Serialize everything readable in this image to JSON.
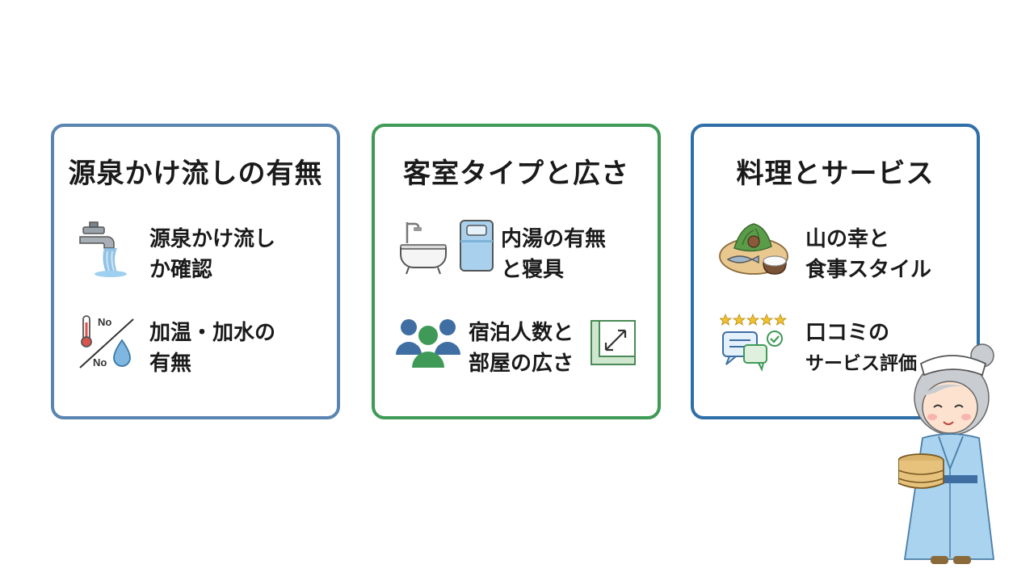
{
  "cards": [
    {
      "title": "源泉かけ流しの有無",
      "items": [
        {
          "line1": "源泉かけ流し",
          "line2": "か確認",
          "icon": "faucet-icon"
        },
        {
          "line1": "加温・加水の",
          "line2": "有無",
          "icon": "no-heat-no-water-icon",
          "badge_top": "No",
          "badge_bottom": "No"
        }
      ]
    },
    {
      "title": "客室タイプと広さ",
      "items": [
        {
          "line1": "内湯の有無",
          "line2": "と寝具",
          "icon": "bathtub-bed-icon"
        },
        {
          "line1": "宿泊人数と",
          "line2": "部屋の広さ",
          "icon": "people-room-size-icon"
        }
      ]
    },
    {
      "title": "料理とサービス",
      "items": [
        {
          "line1": "山の幸と",
          "line2": "食事スタイル",
          "icon": "mountain-food-icon"
        },
        {
          "line1": "口コミの",
          "line2": "サービス評価",
          "icon": "review-stars-icon"
        }
      ]
    }
  ],
  "colors": {
    "card1_border": "#5a85b0",
    "card2_border": "#3f9a57",
    "card3_border": "#2f6fa8"
  }
}
